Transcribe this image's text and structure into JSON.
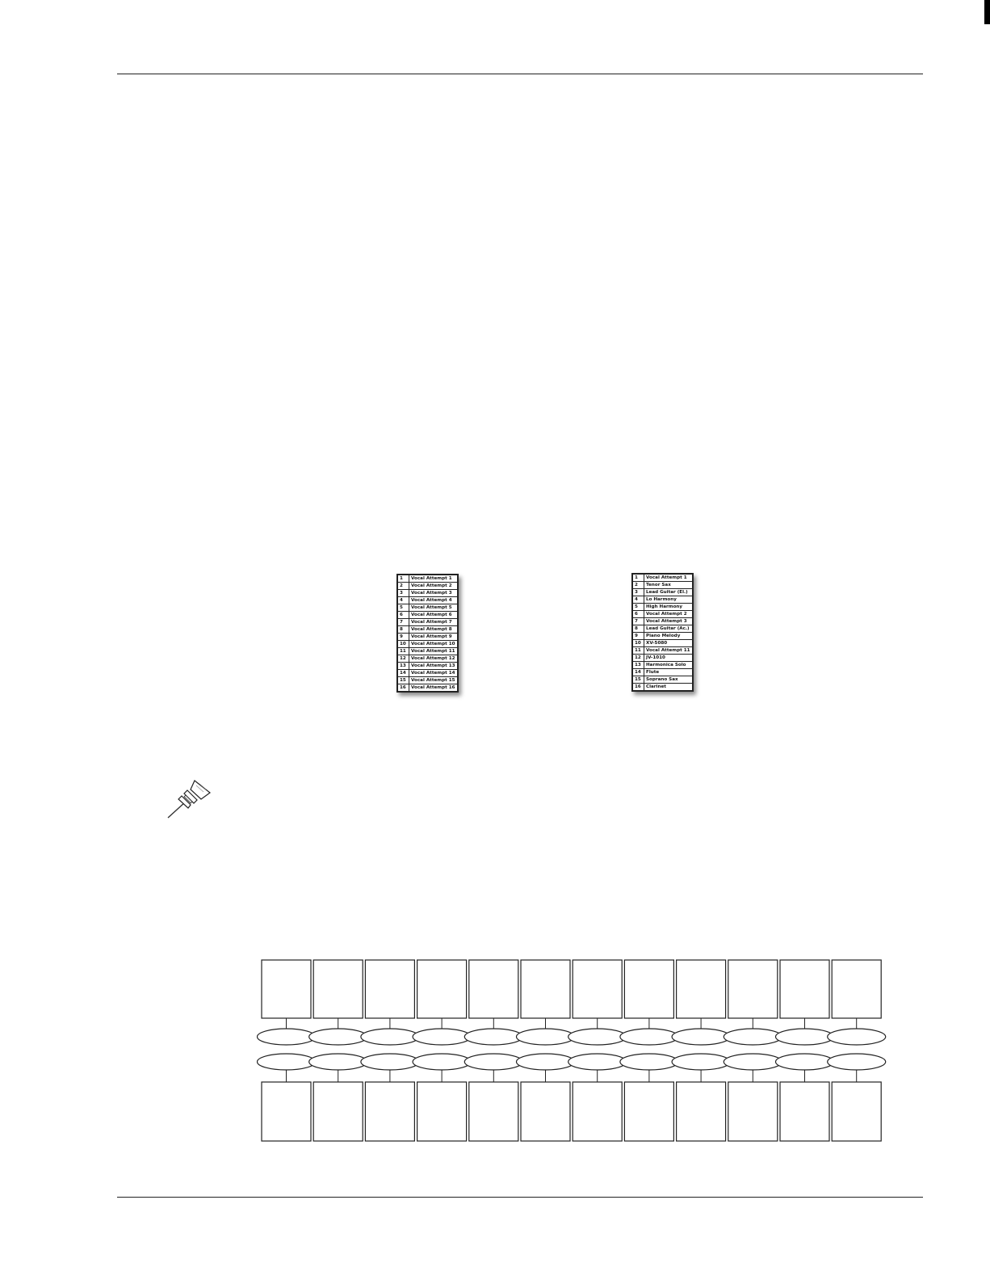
{
  "page": {
    "accent_color": "#000000"
  },
  "track_sheet_left": {
    "rows": [
      {
        "num": "1",
        "name": "Vocal Attempt 1"
      },
      {
        "num": "2",
        "name": "Vocal Attempt 2"
      },
      {
        "num": "3",
        "name": "Vocal Attempt 3"
      },
      {
        "num": "4",
        "name": "Vocal Attempt 4"
      },
      {
        "num": "5",
        "name": "Vocal Attempt 5"
      },
      {
        "num": "6",
        "name": "Vocal Attempt 6"
      },
      {
        "num": "7",
        "name": "Vocal Attempt 7"
      },
      {
        "num": "8",
        "name": "Vocal Attempt 8"
      },
      {
        "num": "9",
        "name": "Vocal Attempt 9"
      },
      {
        "num": "10",
        "name": "Vocal Attempt 10"
      },
      {
        "num": "11",
        "name": "Vocal Attempt 11"
      },
      {
        "num": "12",
        "name": "Vocal Attempt 12"
      },
      {
        "num": "13",
        "name": "Vocal Attempt 13"
      },
      {
        "num": "14",
        "name": "Vocal Attempt 14"
      },
      {
        "num": "15",
        "name": "Vocal Attempt 15"
      },
      {
        "num": "16",
        "name": "Vocal Attempt 16"
      }
    ]
  },
  "track_sheet_right": {
    "rows": [
      {
        "num": "1",
        "name": "Vocal Attempt 1"
      },
      {
        "num": "2",
        "name": "Tenor Sax"
      },
      {
        "num": "3",
        "name": "Lead Guitar (El.)"
      },
      {
        "num": "4",
        "name": "Lo Harmony"
      },
      {
        "num": "5",
        "name": "High Harmony"
      },
      {
        "num": "6",
        "name": "Vocal Attempt 2"
      },
      {
        "num": "7",
        "name": "Vocal Attempt 3"
      },
      {
        "num": "8",
        "name": "Lead Guitar (Ac.)"
      },
      {
        "num": "9",
        "name": "Piano Melody"
      },
      {
        "num": "10",
        "name": "XV-5080"
      },
      {
        "num": "11",
        "name": "Vocal Attempt 11"
      },
      {
        "num": "12",
        "name": "JV-1010"
      },
      {
        "num": "13",
        "name": "Harmonica Solo"
      },
      {
        "num": "14",
        "name": "Flute"
      },
      {
        "num": "15",
        "name": "Soprano Sax"
      },
      {
        "num": "16",
        "name": "Clarinet"
      }
    ]
  },
  "icons": {
    "note": "pushpin-icon"
  },
  "diagram": {
    "columns": 12
  }
}
